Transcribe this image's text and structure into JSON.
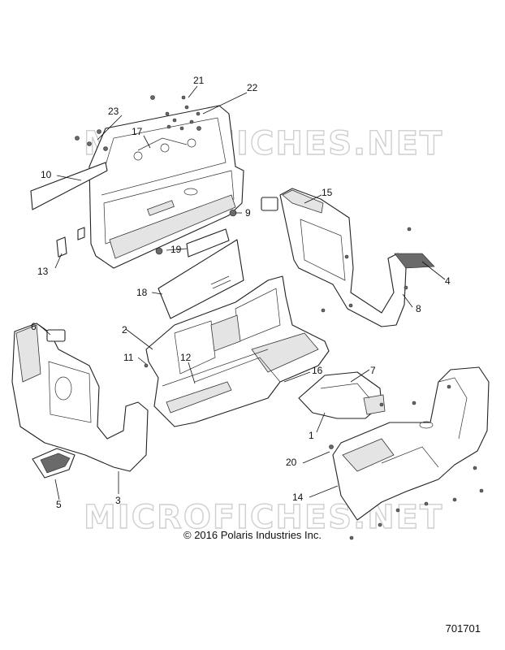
{
  "watermark": "MICROFICHES.NET",
  "copyright": "© 2016 Polaris Industries Inc.",
  "diagram_number": "701701",
  "callouts": {
    "c1": "1",
    "c2": "2",
    "c3": "3",
    "c4": "4",
    "c5": "5",
    "c6": "6",
    "c7": "7",
    "c8": "8",
    "c9": "9",
    "c10": "10",
    "c11": "11",
    "c12": "12",
    "c13": "13",
    "c14": "14",
    "c15": "15",
    "c16": "16",
    "c17": "17",
    "c18": "18",
    "c19": "19",
    "c20": "20",
    "c21": "21",
    "c22": "22",
    "c23": "23"
  }
}
